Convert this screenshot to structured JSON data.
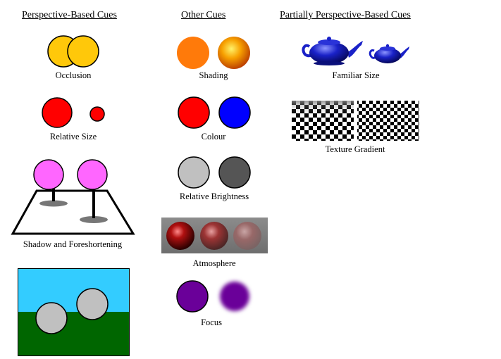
{
  "columns": {
    "perspective": {
      "heading": "Perspective-Based Cues",
      "items": {
        "occlusion": "Occlusion",
        "relative_size": "Relative Size",
        "shadow": "Shadow and Foreshortening"
      }
    },
    "other": {
      "heading": "Other Cues",
      "items": {
        "shading": "Shading",
        "colour": "Colour",
        "brightness": "Relative Brightness",
        "atmosphere": "Atmosphere",
        "focus": "Focus"
      }
    },
    "partial": {
      "heading": "Partially Perspective-Based Cues",
      "items": {
        "familiar_size": "Familiar Size",
        "texture_gradient": "Texture Gradient"
      }
    }
  },
  "colors": {
    "yellow": "#FFC80A",
    "orange": "#FF7A0A",
    "red": "#FF0000",
    "blue": "#0000FF",
    "light_gray": "#C0C0C0",
    "dark_gray": "#555555",
    "magenta": "#FF66FF",
    "purple": "#6A0099",
    "sky": "#33CCFF",
    "grass": "#006600",
    "teapot": "#1A22C8"
  }
}
